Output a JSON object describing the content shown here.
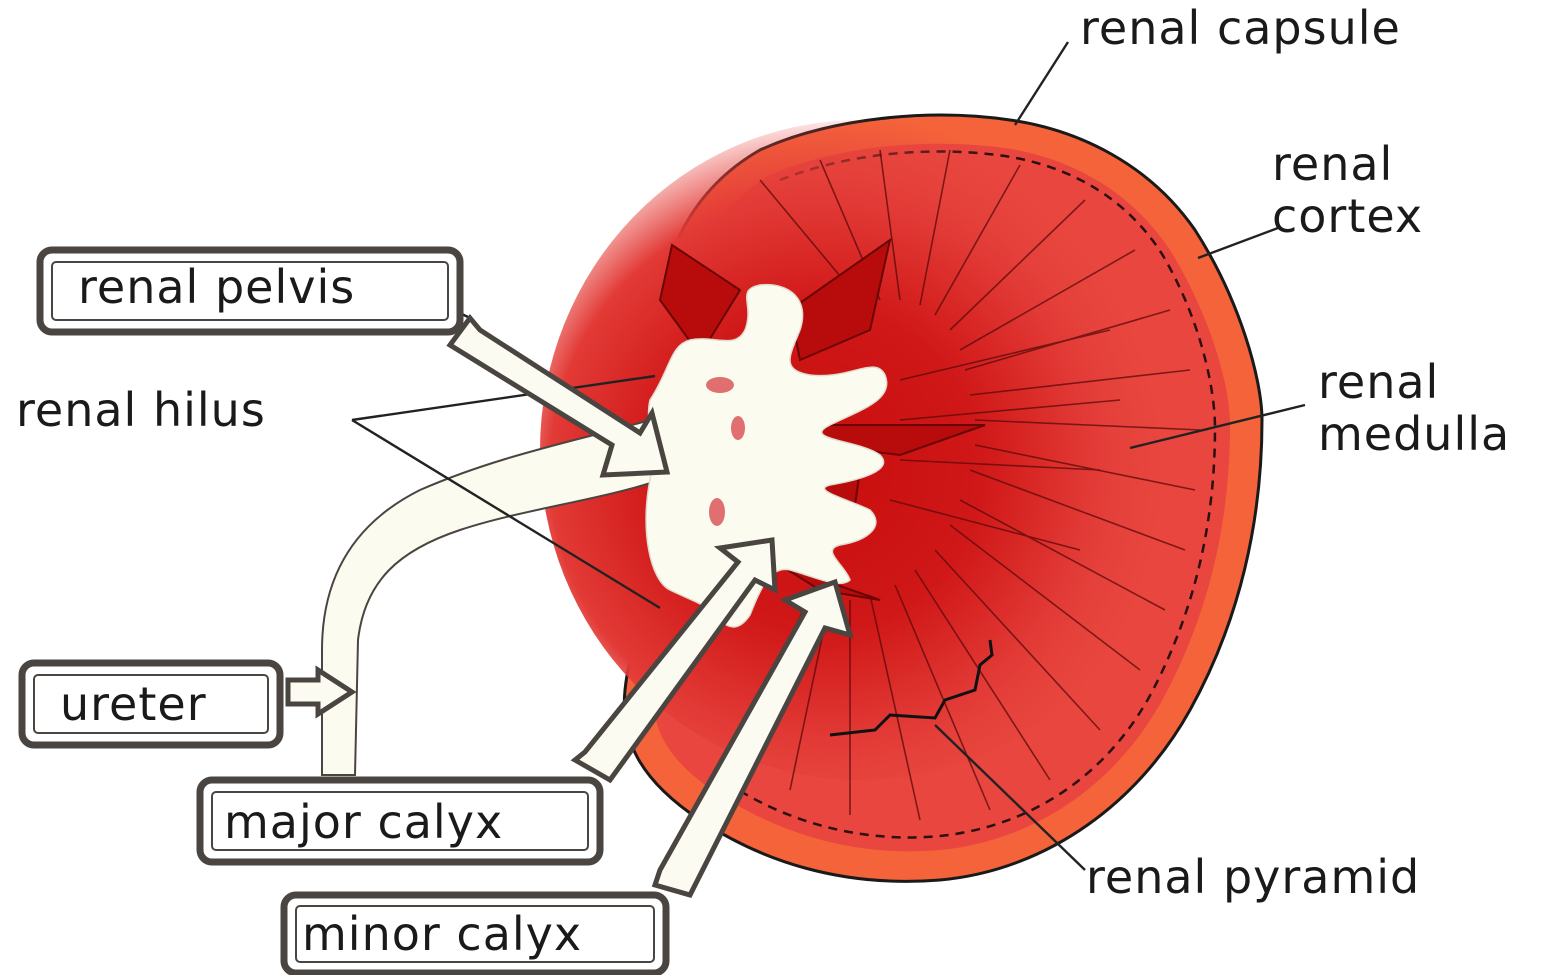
{
  "labels": {
    "renal_capsule": "renal capsule",
    "renal_cortex_1": "renal",
    "renal_cortex_2": "cortex",
    "renal_medulla_1": "renal",
    "renal_medulla_2": "medulla",
    "renal_pyramid": "renal pyramid",
    "renal_hilus": "renal hilus",
    "renal_pelvis": "renal pelvis",
    "ureter": "ureter",
    "major_calyx": "major calyx",
    "minor_calyx": "minor calyx"
  },
  "colors": {
    "capsule": "#f4633a",
    "cortex": "#e8463f",
    "medulla": "#c81010",
    "pelvis": "#fbfbf0",
    "box_border": "#4a4540"
  }
}
